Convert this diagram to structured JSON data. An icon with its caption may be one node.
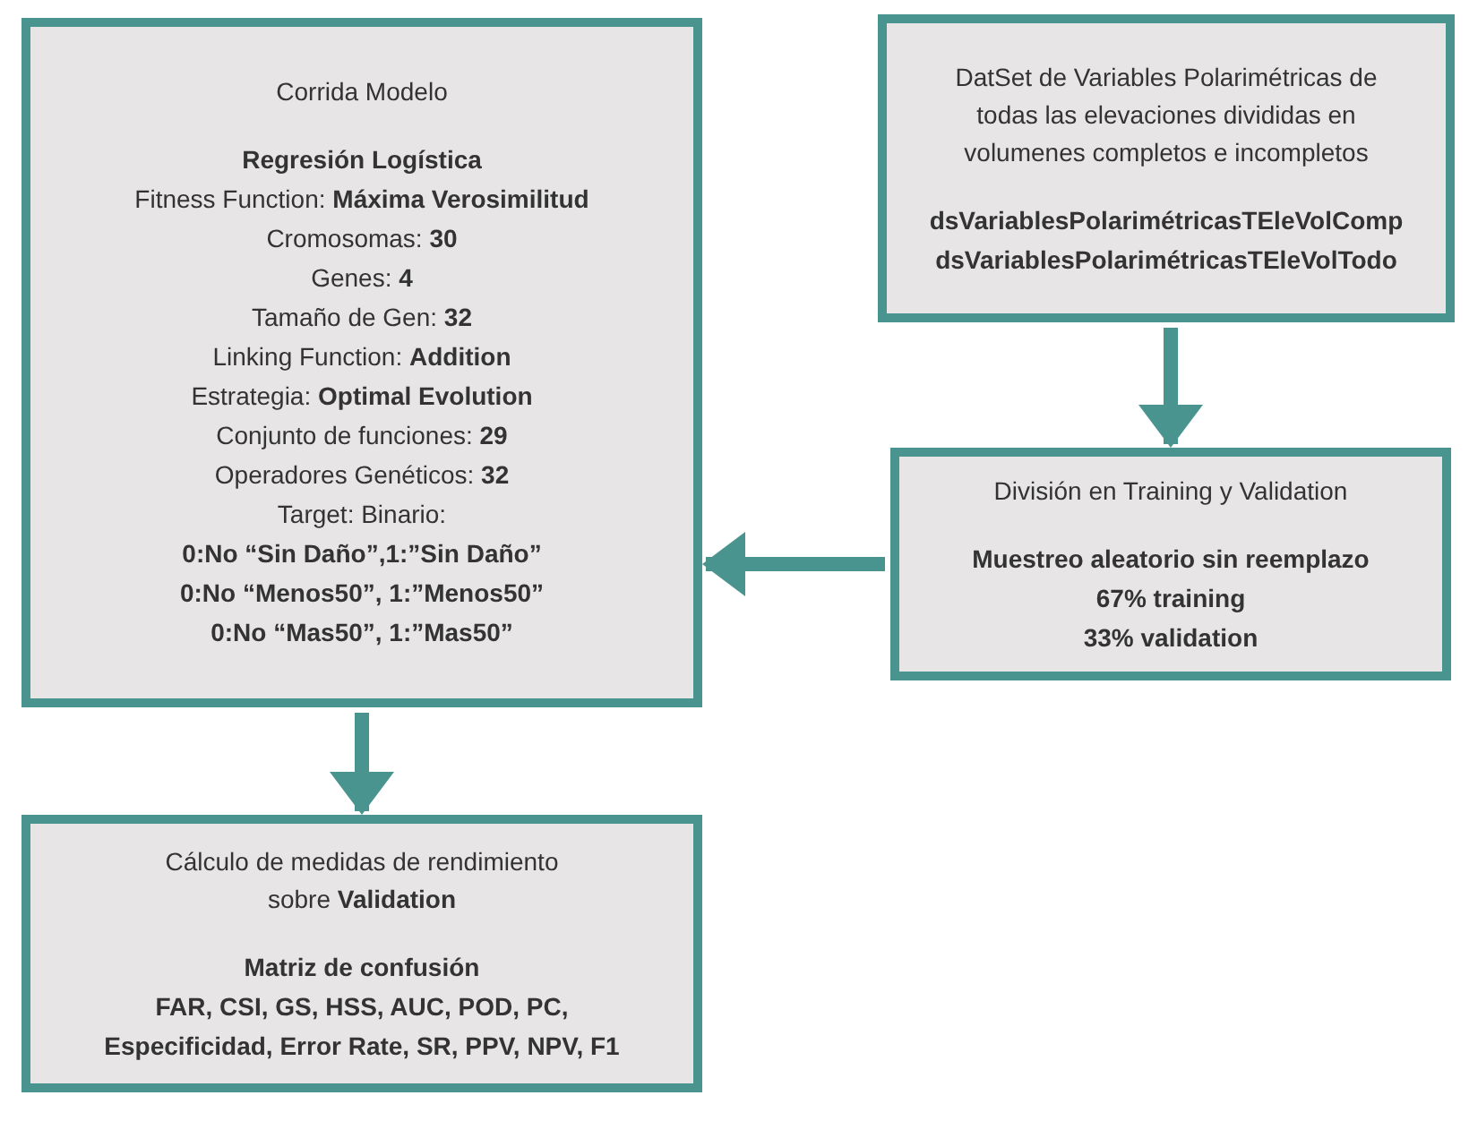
{
  "diagram": {
    "nodes": [
      {
        "text": [
          "Corrida Modelo",
          "**Regresión Logística**",
          "Fitness Function: **Máxima Verosimilitud**",
          "Cromosomas: **30**",
          "Genes: **4**",
          "Tamaño de Gen: **32**",
          "Linking Function: **Addition**",
          "Estrategia: **Optimal Evolution**",
          "Conjunto de funciones: **29**",
          "Operadores Genéticos: **32**",
          "Target: Binario:",
          "**0:No “Sin Daño”,1:”Sin Daño”**",
          "**0:No “Menos50”, 1:”Menos50”**",
          "**0:No “Mas50”, 1:”Mas50”**"
        ]
      },
      {
        "text": [
          "DatSet de Variables Polarimétricas de todas las elevaciones divididas en volumenes completos e incompletos",
          "**dsVariablesPolarimétricasTEleVolComp**",
          "**dsVariablesPolarimétricasTEleVolTodo**"
        ]
      },
      {
        "text": [
          "División en Training y Validation",
          "**Muestreo aleatorio sin reemplazo**",
          "**67% training**",
          "**33% validation**"
        ]
      },
      {
        "text": [
          "Cálculo de medidas de rendimiento sobre **Validation**",
          "**Matriz de confusión**",
          "**FAR, CSI, GS, HSS, AUC, POD, PC,**",
          "**Especificidad, Error Rate, SR, PPV, NPV, F1**"
        ]
      }
    ],
    "edges": [
      {
        "from": 1,
        "to": 2,
        "arrow": "to"
      },
      {
        "from": 2,
        "to": 0,
        "arrow": "to"
      },
      {
        "from": 0,
        "to": 3,
        "arrow": "to"
      }
    ]
  }
}
